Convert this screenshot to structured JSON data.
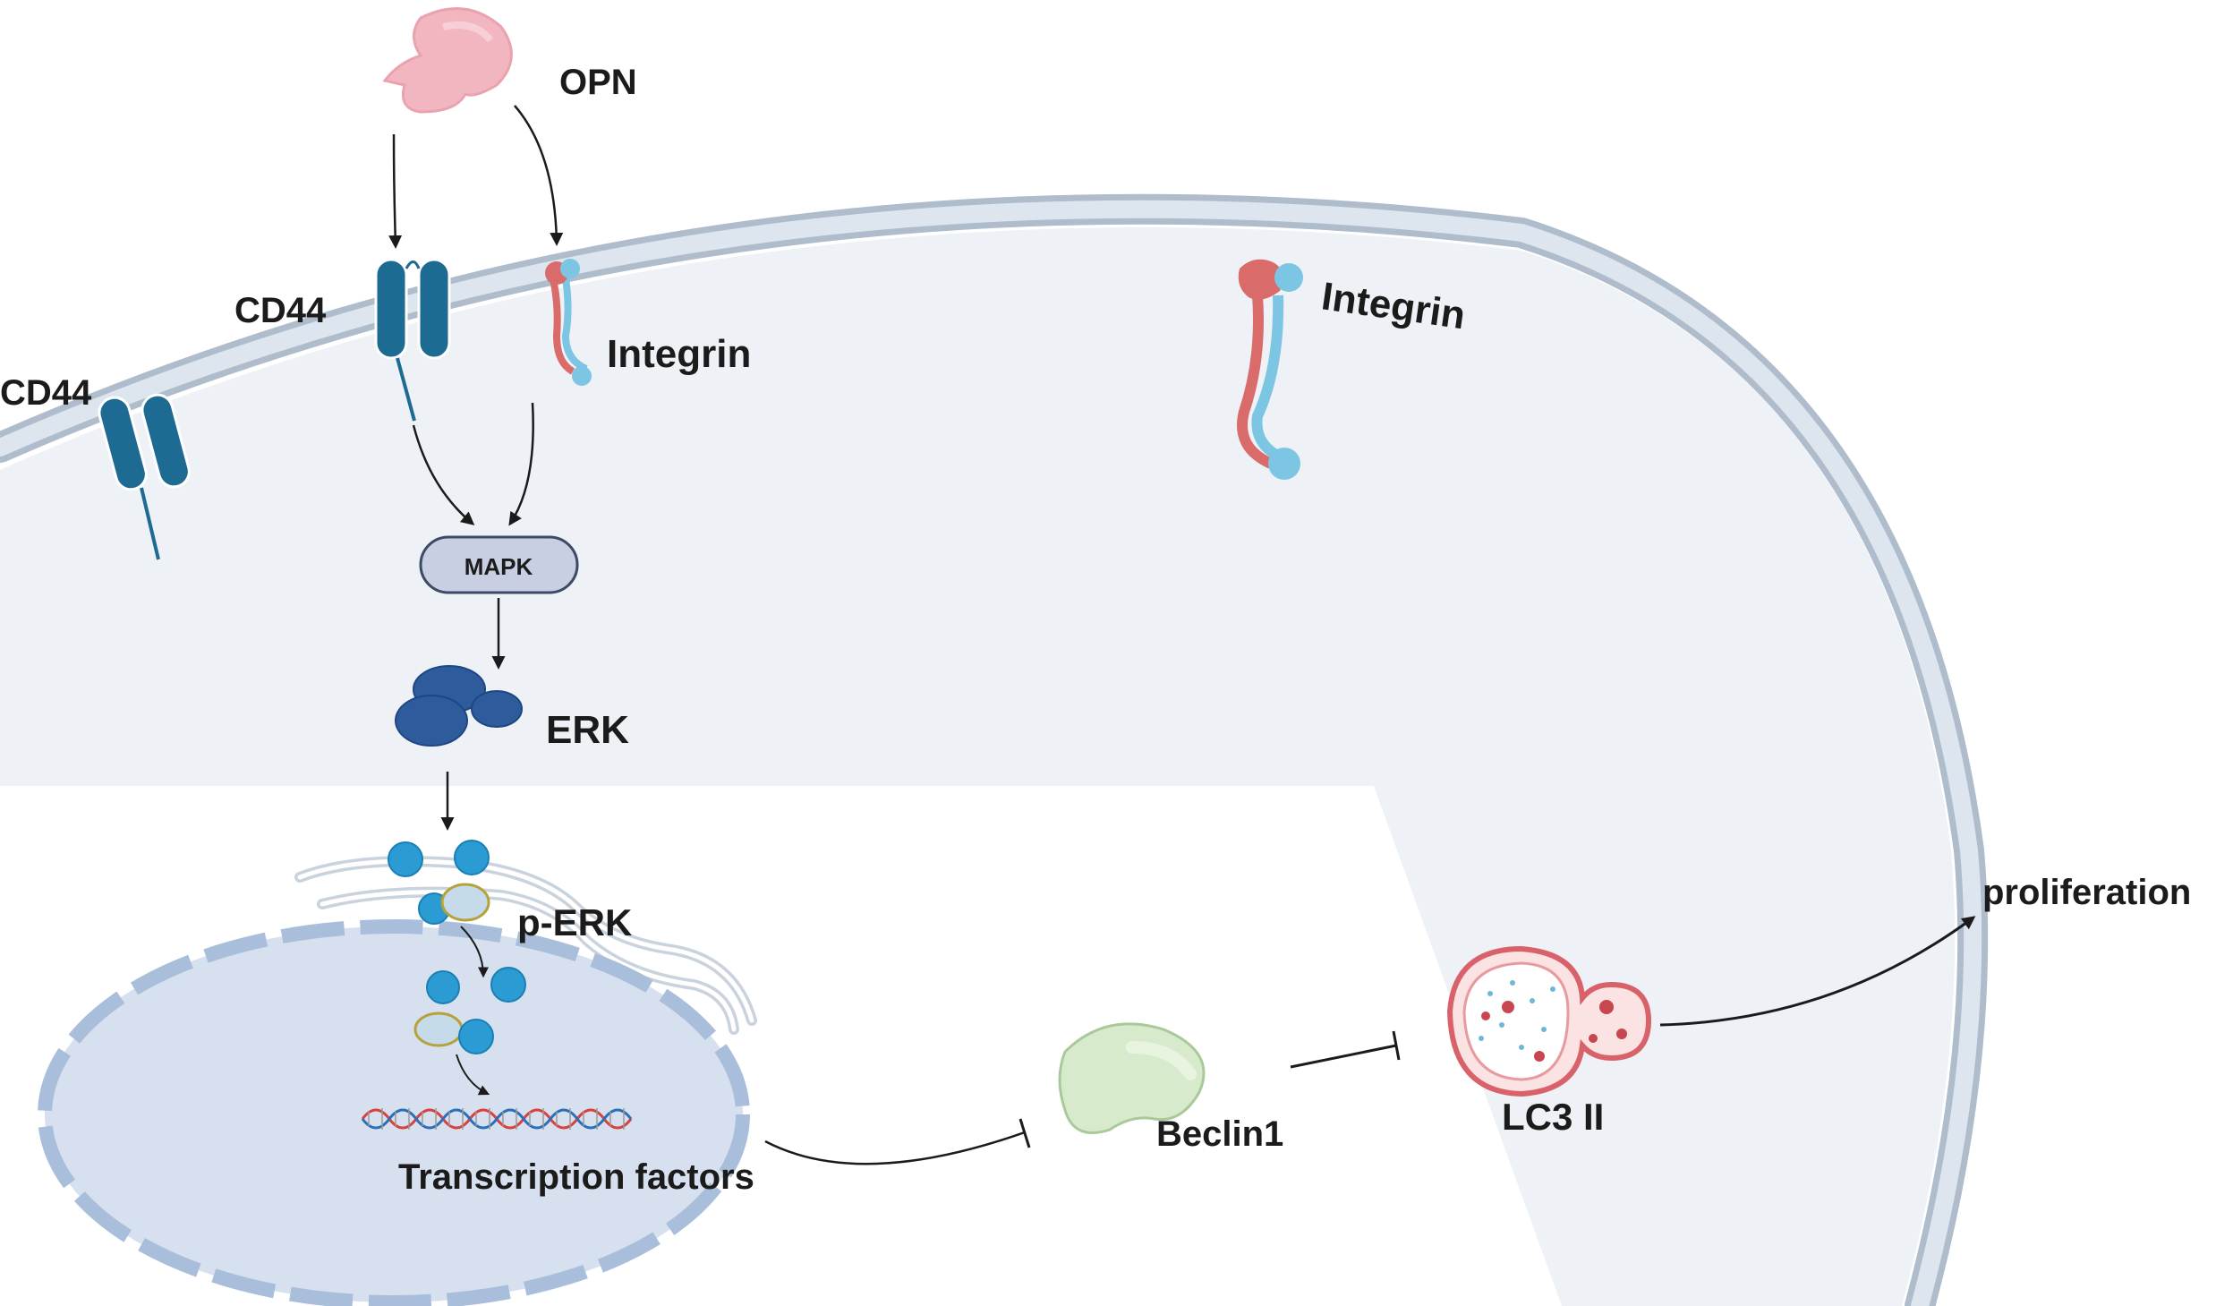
{
  "labels": {
    "opn": "OPN",
    "cd44_left": "CD44",
    "cd44_top": "CD44",
    "integrin_top": "Integrin",
    "integrin_right": "Integrin",
    "mapk": "MAPK",
    "erk": "ERK",
    "p_erk": "p-ERK",
    "transcription_factors": "Transcription factors",
    "beclin1": "Beclin1",
    "lc3_ii": "LC3 II",
    "proliferation": "proliferation"
  },
  "colors": {
    "cytoplasm": "#eef1f5",
    "membrane": "#c7d2de",
    "nucleus": "#d6e0ee",
    "nuclear_envelope": "#a8bedb",
    "cd44": "#1d6a92",
    "opn": "#f2b6c0",
    "integrin_red": "#d96b6b",
    "integrin_blue": "#7cc6e3",
    "erk": "#2d5b9c",
    "p_erk": "#2a9bd3",
    "beclin": "#d7ebcc",
    "lc3": "#d9626a"
  }
}
